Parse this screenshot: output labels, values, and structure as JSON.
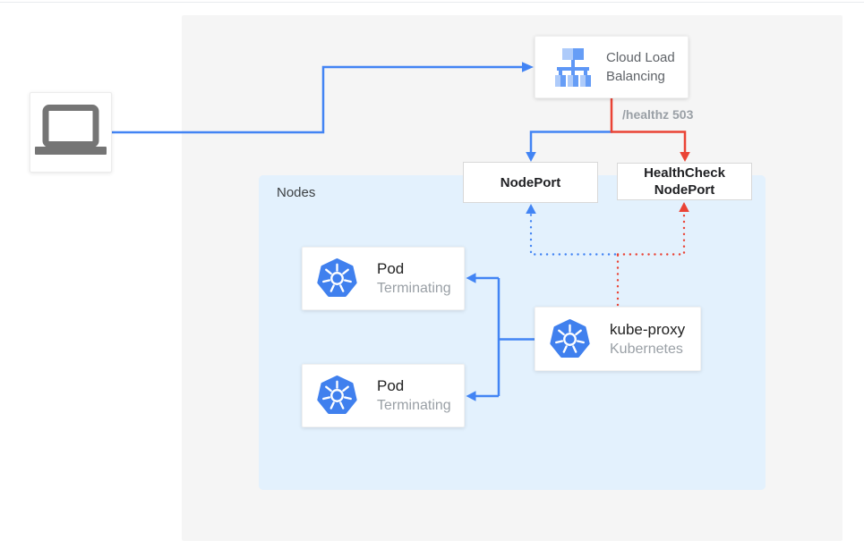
{
  "diagram": {
    "title_hint": "Kubernetes external load balancer health-check flow",
    "client": {
      "name": "laptop-client"
    },
    "cloud_load_balancing": {
      "line1": "Cloud Load",
      "line2": "Balancing"
    },
    "route_label": "/healthz 503",
    "nodeport": {
      "label": "NodePort"
    },
    "healthcheck_nodeport": {
      "line1": "HealthCheck",
      "line2": "NodePort"
    },
    "nodes_group": {
      "label": "Nodes"
    },
    "pods": [
      {
        "title": "Pod",
        "subtitle": "Terminating"
      },
      {
        "title": "Pod",
        "subtitle": "Terminating"
      }
    ],
    "kube_proxy": {
      "title": "kube-proxy",
      "subtitle": "Kubernetes"
    },
    "colors": {
      "blue": "#4284f4",
      "red": "#ea4335",
      "nodes_bg": "#e3f1fd",
      "canvas_bg": "#f5f5f5",
      "icon_gray": "#757575",
      "k8s_blue": "#4080ee"
    },
    "edges": [
      {
        "from": "client",
        "to": "cloud-load-balancing",
        "style": "solid",
        "color": "blue"
      },
      {
        "from": "cloud-load-balancing",
        "to": "nodeport",
        "style": "solid",
        "color": "blue"
      },
      {
        "from": "cloud-load-balancing",
        "to": "healthcheck-nodeport",
        "style": "solid",
        "color": "red",
        "label": "/healthz 503"
      },
      {
        "from": "kube-proxy",
        "to": "nodeport",
        "style": "dotted",
        "color": "blue"
      },
      {
        "from": "kube-proxy",
        "to": "healthcheck-nodeport",
        "style": "dotted",
        "color": "red"
      },
      {
        "from": "kube-proxy",
        "to": "pod-1",
        "style": "solid",
        "color": "blue"
      },
      {
        "from": "kube-proxy",
        "to": "pod-2",
        "style": "solid",
        "color": "blue"
      }
    ]
  }
}
